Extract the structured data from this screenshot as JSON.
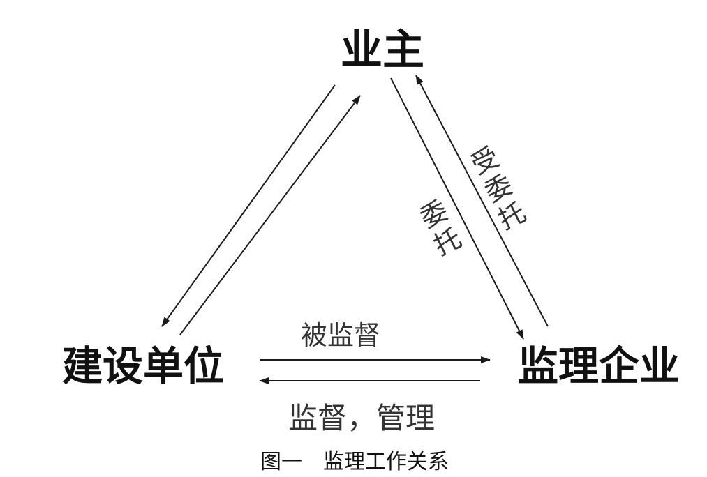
{
  "diagram": {
    "nodes": {
      "owner": "业主",
      "construction_unit": "建设单位",
      "supervision_company": "监理企业"
    },
    "edge_labels": {
      "entrust": [
        "委",
        "托"
      ],
      "accept_entrust": [
        "受",
        "委",
        "托"
      ],
      "supervised": "被监督",
      "supervise_manage": "监督，管理"
    },
    "caption": "图一　监理工作关系"
  }
}
